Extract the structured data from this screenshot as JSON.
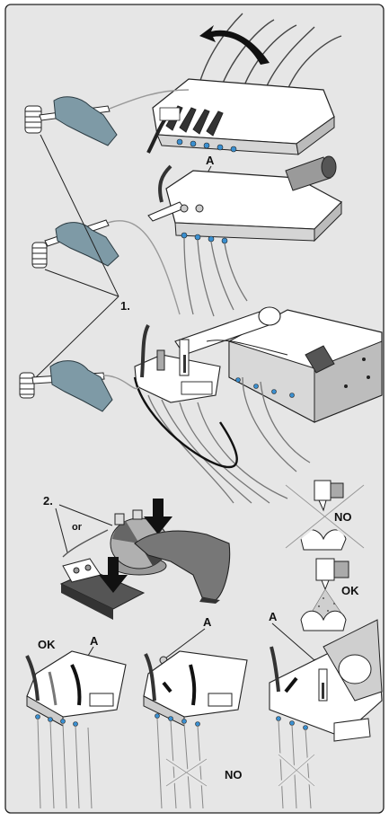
{
  "labels": {
    "a_top": "A",
    "step1": "1.",
    "step2": "2.",
    "or": "or",
    "no_top": "NO",
    "ok_right": "OK",
    "ok_bottom": "OK",
    "a_bottom_left": "A",
    "a_bottom_mid": "A",
    "a_bottom_right": "A",
    "no_bottom": "NO"
  },
  "colors": {
    "background": "#e6e6e6",
    "panel": "#ffffff",
    "outline": "#1a1a1a",
    "glove": "#7e9aa6",
    "glove_dark": "#5f7b87",
    "tube": "#d8d8d8",
    "accent_blue": "#3a8fd0",
    "gray_dark": "#555555",
    "gray_mid": "#8a8a8a",
    "gray_light": "#bdbdbd",
    "cross": "#e8e8e8"
  },
  "icons": [
    "gloved-hand-icon",
    "handpiece-icon",
    "brush-icon",
    "curved-arrow-icon",
    "foot-control-icon",
    "pedal-icon",
    "shoe-icon",
    "arrow-down-icon",
    "cross-out-icon",
    "spray-icon",
    "teeth-icon"
  ]
}
